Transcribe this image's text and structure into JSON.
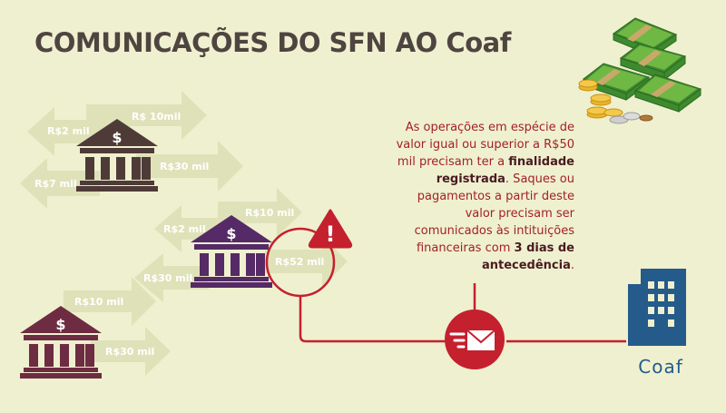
{
  "title": "COMUNICAÇÕES DO SFN AO Coaf",
  "bank_icon_symbol": "$",
  "arrows": {
    "bank1_in_top": "R$ 10mil",
    "bank1_out_top": "R$2 mil",
    "bank1_in_bottom": "R$30 mil",
    "bank1_out_bottom": "R$7 mil",
    "bank2_in_top": "R$10 mil",
    "bank2_out_top": "R$2 mil",
    "bank2_highlight": "R$52 mil",
    "bank2_out_bottom": "R$30 mil",
    "bank3_in_top": "R$10 mil",
    "bank3_in_bottom": "R$30 mil"
  },
  "info": {
    "part1": "As operações em espécie de valor igual ou superior a R$50 mil precisam ter a ",
    "bold1": "finalidade registrada",
    "part2": ". Saques ou pagamentos a partir deste valor precisam ser comunicados às intituições financeiras com ",
    "bold2": "3 dias de antecedência",
    "part3": "."
  },
  "warning_symbol": "!",
  "coaf_label": "Coaf",
  "colors": {
    "background": "#eff0cf",
    "title": "#4e4541",
    "bank1": "#4e3b38",
    "bank2": "#552a66",
    "bank3": "#6e2c42",
    "arrow": "#dfe2b8",
    "accent_red": "#c4202e",
    "coaf_blue": "#245b8a"
  }
}
